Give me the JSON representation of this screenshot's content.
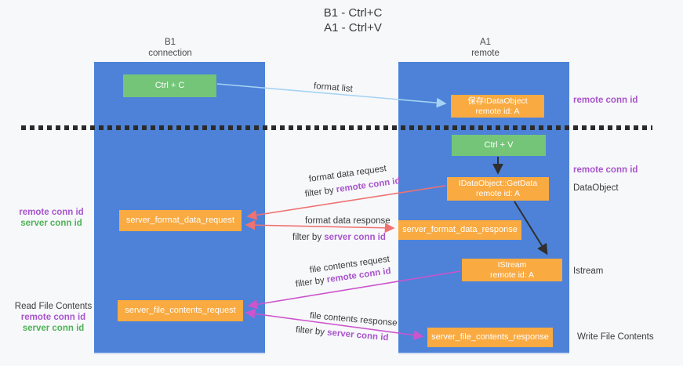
{
  "title": {
    "line1": "B1 - Ctrl+C",
    "line2": "A1 - Ctrl+V"
  },
  "lanes": {
    "left": {
      "name": "B1",
      "role": "connection"
    },
    "right": {
      "name": "A1",
      "role": "remote"
    }
  },
  "boxes": {
    "ctrl_c": {
      "label": "Ctrl + C"
    },
    "ctrl_v": {
      "label": "Ctrl + V"
    },
    "save_idataobject": {
      "line1": "保存IDataObject",
      "line2": "remote id: A"
    },
    "getdata": {
      "line1": "IDataObject::GetData",
      "line2": "remote id: A"
    },
    "istream": {
      "line1": "IStream",
      "line2": "remote id: A"
    },
    "format_request": {
      "label": "server_format_data_request"
    },
    "format_response": {
      "label": "server_format_data_response"
    },
    "file_request": {
      "label": "server_file_contents_request"
    },
    "file_response": {
      "label": "server_file_contents_response"
    }
  },
  "flow_labels": {
    "format_list": "format list",
    "format_data_request": "format data request",
    "format_data_response": "format data response",
    "file_contents_request": "file contents request",
    "file_contents_response": "file contents response",
    "filter_by": "filter by ",
    "remote_conn_id": "remote conn id",
    "server_conn_id": "server conn id"
  },
  "side_labels": {
    "remote_conn_id": "remote conn id",
    "server_conn_id": "server conn id",
    "dataobject": "DataObject",
    "istream": "Istream",
    "read_file_contents": "Read File Contents",
    "write_file_contents": "Write File Contents"
  },
  "colors": {
    "lane_blue": "#4d82d8",
    "box_orange": "#f9aa41",
    "box_green": "#74c578",
    "purple_text": "#a855cc",
    "green_text": "#4db356",
    "arrow_lightblue": "#a5d3f3",
    "arrow_red": "#ef7271",
    "arrow_magenta": "#cc54cc",
    "arrow_black": "#2f2f2f",
    "dash_black": "#2b2b2b",
    "background": "#f7f8fa"
  }
}
